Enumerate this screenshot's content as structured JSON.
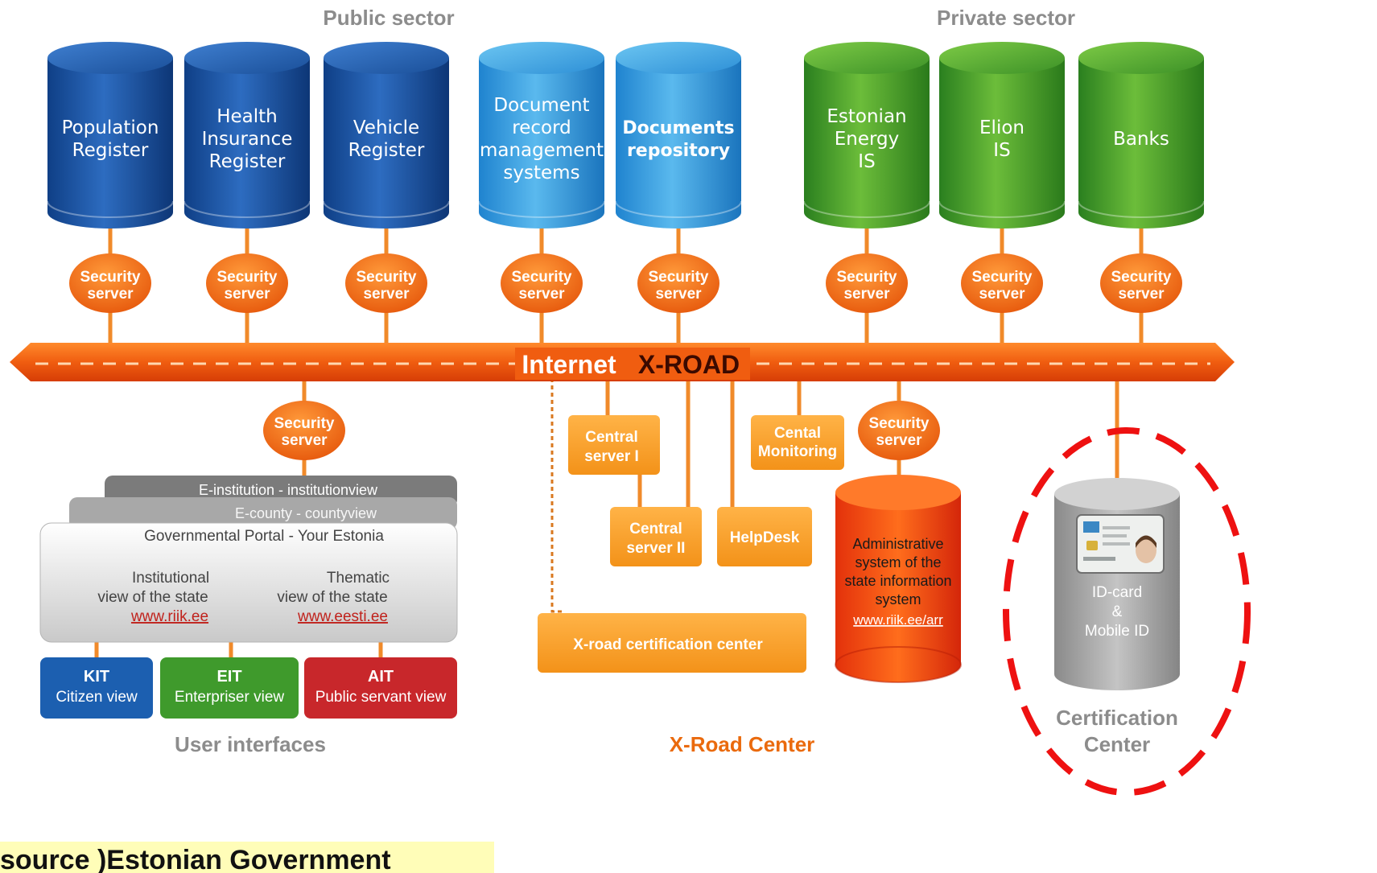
{
  "sectors": {
    "public": "Public sector",
    "private": "Private sector"
  },
  "databases": [
    {
      "lines": [
        "Population",
        "Register"
      ],
      "bold": false,
      "color": "blue"
    },
    {
      "lines": [
        "Health",
        "Insurance",
        "Register"
      ],
      "bold": false,
      "color": "blue"
    },
    {
      "lines": [
        "Vehicle",
        "Register"
      ],
      "bold": false,
      "color": "blue"
    },
    {
      "lines": [
        "Document",
        "record",
        "management",
        "systems"
      ],
      "bold": false,
      "color": "lightblue"
    },
    {
      "lines": [
        "Documents",
        "repository"
      ],
      "bold": true,
      "color": "lightblue"
    },
    {
      "lines": [
        "Estonian",
        "Energy",
        "IS"
      ],
      "bold": false,
      "color": "green"
    },
    {
      "lines": [
        "Elion",
        "IS"
      ],
      "bold": false,
      "color": "green"
    },
    {
      "lines": [
        "Banks"
      ],
      "bold": false,
      "color": "green"
    }
  ],
  "security_server": [
    "Security",
    "server"
  ],
  "xroad": {
    "internet": "Internet",
    "label": "X-ROAD"
  },
  "center_boxes": {
    "central_1": [
      "Central",
      "server I"
    ],
    "central_2": [
      "Central",
      "server II"
    ],
    "helpdesk": "HelpDesk",
    "monitoring": [
      "Cental",
      "Monitoring"
    ],
    "certification": "X-road certification center"
  },
  "admin_system": {
    "lines": [
      "Administrative",
      "system of the",
      "state information",
      "system"
    ],
    "link": "www.riik.ee/arr"
  },
  "id_card": {
    "lines": [
      "ID-card",
      "&",
      "Mobile ID"
    ]
  },
  "portal": {
    "tab_1": "E-institution - institutionview",
    "tab_2": "E-county - countyview",
    "title": "Governmental Portal - Your Estonia",
    "left_lines": [
      "Institutional",
      "view of the state"
    ],
    "left_link": "www.riik.ee",
    "right_lines": [
      "Thematic",
      "view of the state"
    ],
    "right_link": "www.eesti.ee"
  },
  "user_views": [
    {
      "title": "KIT",
      "sub": "Citizen view",
      "color": "#1c5fb0"
    },
    {
      "title": "EIT",
      "sub": "Enterpriser view",
      "color": "#3f9a2c"
    },
    {
      "title": "AIT",
      "sub": "Public servant view",
      "color": "#c8272b"
    }
  ],
  "footer": {
    "user_interfaces": "User interfaces",
    "xroad_center": "X-Road Center",
    "certification_center": [
      "Certification",
      "Center"
    ]
  },
  "source_note": "source )Estonian Government"
}
